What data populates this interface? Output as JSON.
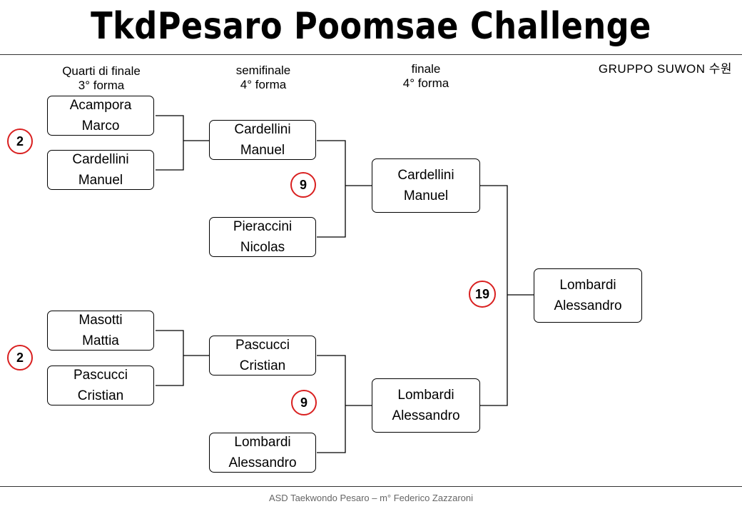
{
  "title": "TkdPesaro Poomsae Challenge",
  "group": "GRUPPO SUWON 수원",
  "rounds": [
    {
      "line1": "Quarti di finale",
      "line2": "3° forma"
    },
    {
      "line1": "semifinale",
      "line2": "4° forma"
    },
    {
      "line1": "finale",
      "line2": "4° forma"
    }
  ],
  "quarterfinals": [
    {
      "first": "Acampora",
      "last": "Marco"
    },
    {
      "first": "Cardellini",
      "last": "Manuel"
    },
    {
      "first": "Masotti",
      "last": "Mattia"
    },
    {
      "first": "Pascucci",
      "last": "Cristian"
    }
  ],
  "semifinals": [
    {
      "first": "Cardellini",
      "last": "Manuel"
    },
    {
      "first": "Pieraccini",
      "last": "Nicolas"
    },
    {
      "first": "Pascucci",
      "last": "Cristian"
    },
    {
      "first": "Lombardi",
      "last": "Alessandro"
    }
  ],
  "finals": [
    {
      "first": "Cardellini",
      "last": "Manuel"
    },
    {
      "first": "Lombardi",
      "last": "Alessandro"
    }
  ],
  "winner": {
    "first": "Lombardi",
    "last": "Alessandro"
  },
  "scores": {
    "quarter_top": "2",
    "quarter_bottom": "2",
    "semi_top": "9",
    "semi_bottom": "9",
    "final": "19"
  },
  "footer": "ASD Taekwondo Pesaro – m° Federico Zazzaroni",
  "colors": {
    "score_ring": "#d92020",
    "line": "#000000"
  }
}
